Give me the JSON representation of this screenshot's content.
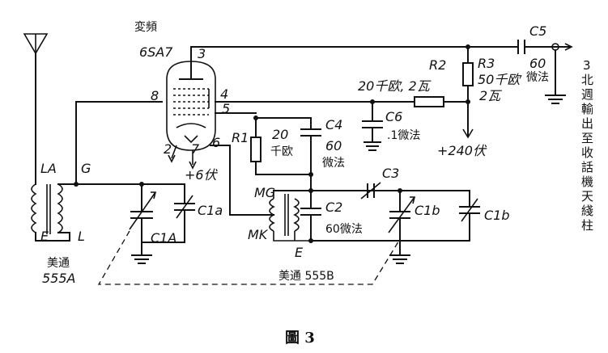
{
  "tube": {
    "role": "変頻",
    "type": "6SA7"
  },
  "pins": {
    "p3": "3",
    "p8": "8",
    "p4": "4",
    "p5": "5",
    "p2": "2",
    "p7": "7",
    "p6": "6"
  },
  "coils": {
    "left": {
      "la": "LA",
      "g": "G",
      "e": "E",
      "l": "L",
      "maker": "美通",
      "model": "555A"
    },
    "right": {
      "mg": "MG",
      "mk": "MK",
      "e": "E",
      "model_label": "美通 555B"
    }
  },
  "components": {
    "c5": {
      "name": "C5",
      "value": "60",
      "unit": "微法"
    },
    "r2": {
      "name": "R2",
      "value": "20千欧, 2瓦"
    },
    "r3": {
      "name": "R3",
      "value": "50千欧",
      "power": "2瓦"
    },
    "c6": {
      "name": "C6",
      "value": ".1微法"
    },
    "r1": {
      "name": "R1",
      "value": "20",
      "unit": "千欧"
    },
    "c4": {
      "name": "C4",
      "value": "60",
      "unit": "微法"
    },
    "c3": {
      "name": "C3"
    },
    "c2": {
      "name": "C2",
      "value": "60微法"
    },
    "c1a_trim": {
      "name": "C1a"
    },
    "c1a_main": {
      "name": "C1A"
    },
    "c1b_main": {
      "name": "C1b"
    },
    "c1b_trim": {
      "name": "C1b"
    }
  },
  "supplies": {
    "b_plus": "+240伏",
    "heater": "+6伏"
  },
  "output_note": "3 北週輸出至收話機天綫柱",
  "output_chars": [
    "3",
    "北",
    "週",
    "輸",
    "出",
    "至",
    "收",
    "話",
    "機",
    "天",
    "綫",
    "柱"
  ],
  "caption": "圖 3"
}
